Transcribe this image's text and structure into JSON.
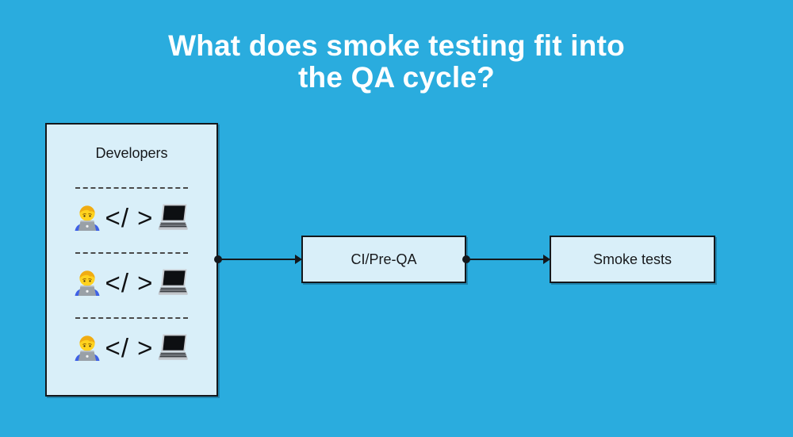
{
  "title": {
    "line1": "What does smoke testing fit into",
    "line2": "the QA cycle?"
  },
  "colors": {
    "background": "#2AACDE",
    "node_fill": "#D9EFF9",
    "node_border": "#14181C",
    "connector": "#14181C",
    "separator_dash": "#4A4A4A",
    "title_text": "#FFFFFF",
    "node_text": "#17191C"
  },
  "diagram": {
    "developers_group": {
      "label": "Developers",
      "rows": [
        {
          "person_icon": "technologist-emoji",
          "code_text": "</ >",
          "laptop_icon": "laptop-emoji"
        },
        {
          "person_icon": "technologist-emoji",
          "code_text": "</ >",
          "laptop_icon": "laptop-emoji"
        },
        {
          "person_icon": "technologist-emoji",
          "code_text": "</ >",
          "laptop_icon": "laptop-emoji"
        }
      ]
    },
    "nodes": [
      {
        "label": "CI/Pre-QA"
      },
      {
        "label": "Smoke tests"
      }
    ],
    "connectors": [
      {
        "from": "Developers",
        "to": "CI/Pre-QA"
      },
      {
        "from": "CI/Pre-QA",
        "to": "Smoke tests"
      }
    ]
  }
}
